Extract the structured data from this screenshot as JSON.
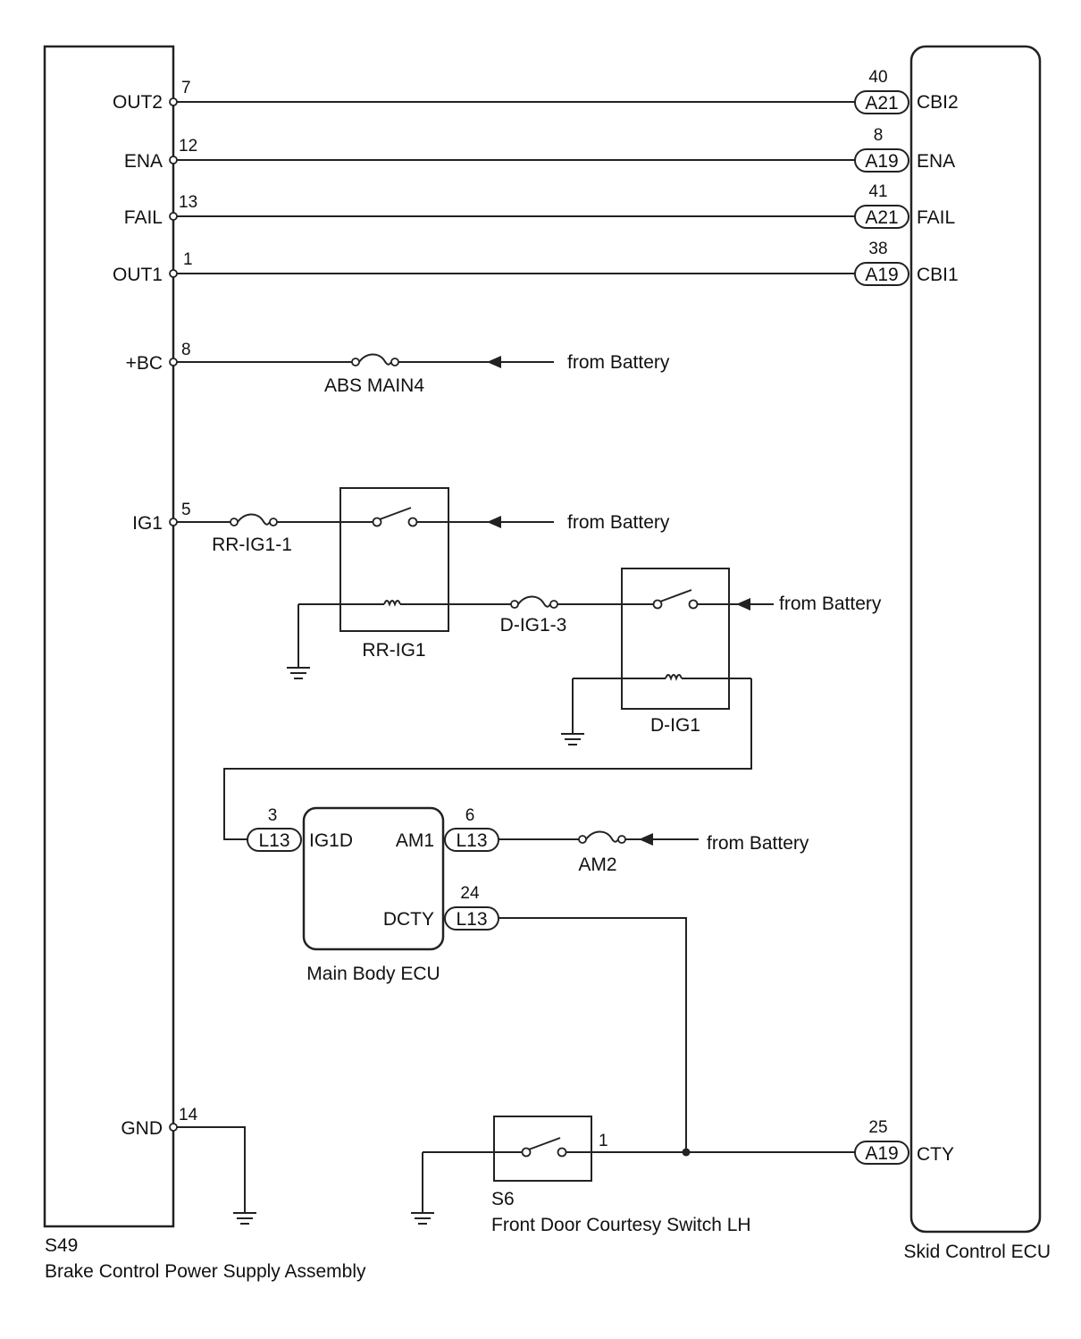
{
  "components": {
    "brake_supply": {
      "code": "S49",
      "name": "Brake Control Power Supply Assembly"
    },
    "skid_ecu": {
      "name": "Skid Control ECU"
    },
    "main_body_ecu": {
      "name": "Main Body ECU"
    },
    "door_switch": {
      "code": "S6",
      "name": "Front Door Courtesy Switch LH",
      "pin": "1"
    }
  },
  "signal_lines": [
    {
      "left_label": "OUT2",
      "left_pin": "7",
      "connector": "A21",
      "right_pin": "40",
      "right_label": "CBI2"
    },
    {
      "left_label": "ENA",
      "left_pin": "12",
      "connector": "A19",
      "right_pin": "8",
      "right_label": "ENA"
    },
    {
      "left_label": "FAIL",
      "left_pin": "13",
      "connector": "A21",
      "right_pin": "41",
      "right_label": "FAIL"
    },
    {
      "left_label": "OUT1",
      "left_pin": "1",
      "connector": "A19",
      "right_pin": "38",
      "right_label": "CBI1"
    }
  ],
  "power": {
    "bc": {
      "label": "+BC",
      "pin": "8",
      "fuse": "ABS MAIN4",
      "source": "from Battery"
    },
    "ig1": {
      "label": "IG1",
      "pin": "5",
      "fuse": "RR-IG1-1",
      "source": "from Battery"
    },
    "gnd": {
      "label": "GND",
      "pin": "14"
    }
  },
  "relays": {
    "rr_ig1": {
      "name": "RR-IG1"
    },
    "d_ig1": {
      "name": "D-IG1",
      "source": "from Battery"
    },
    "d_ig1_3_fuse": "D-IG1-3"
  },
  "main_ecu_pins": {
    "ig1d": {
      "label": "IG1D",
      "connector": "L13",
      "pin": "3"
    },
    "am1": {
      "label": "AM1",
      "connector": "L13",
      "pin": "6",
      "fuse": "AM2",
      "source": "from Battery"
    },
    "dcty": {
      "label": "DCTY",
      "connector": "L13",
      "pin": "24"
    }
  },
  "cty": {
    "connector": "A19",
    "pin": "25",
    "label": "CTY"
  }
}
